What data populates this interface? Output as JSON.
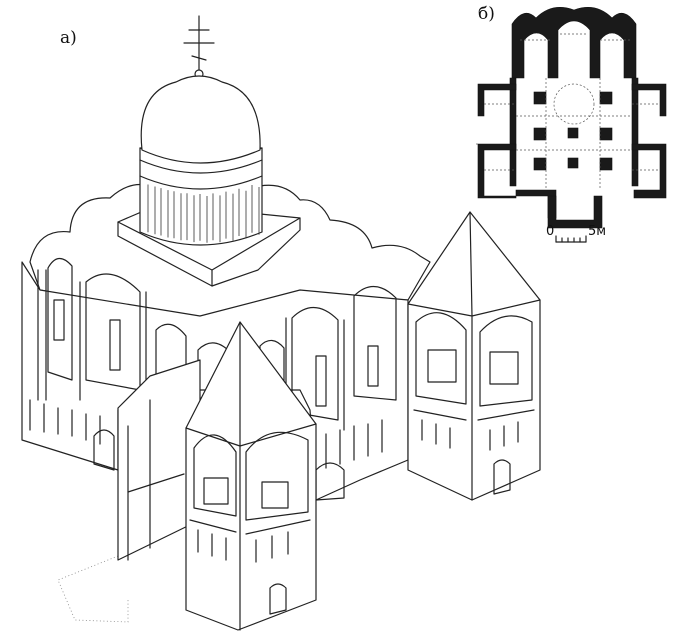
{
  "labels": {
    "drawing": "а)",
    "plan": "б)"
  },
  "scale": {
    "zero": "0",
    "five": "5м"
  },
  "colors": {
    "ink": "#111111",
    "paper": "#ffffff"
  }
}
